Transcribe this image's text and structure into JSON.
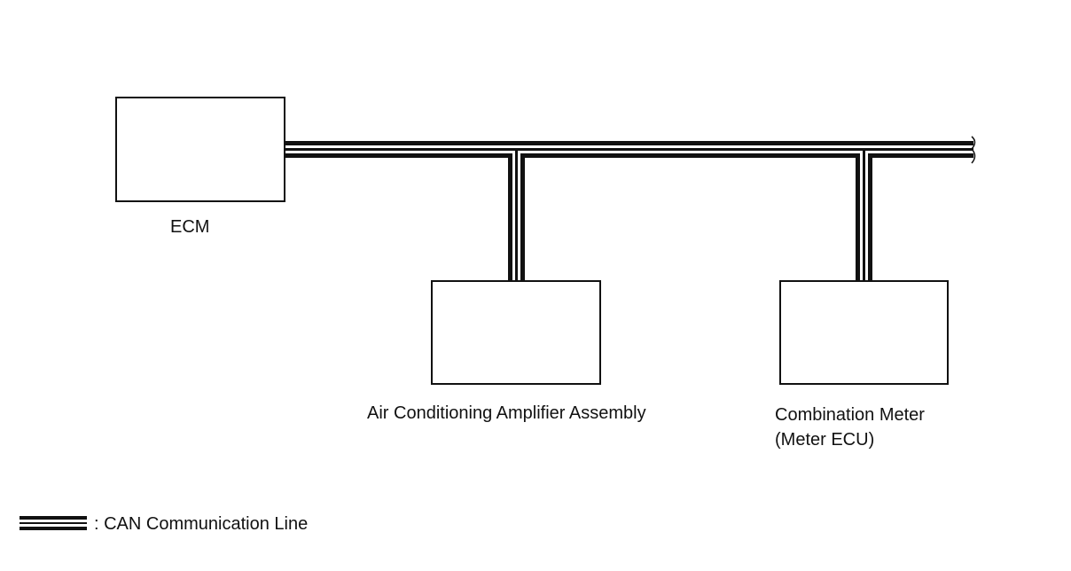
{
  "nodes": {
    "ecm": {
      "label": "ECM"
    },
    "ac_amplifier": {
      "label": "Air Conditioning Amplifier Assembly"
    },
    "combination_meter": {
      "line1": "Combination Meter",
      "line2": "(Meter ECU)"
    }
  },
  "legend": {
    "text": ": CAN Communication Line"
  },
  "colors": {
    "line": "#111111",
    "background": "#ffffff"
  }
}
